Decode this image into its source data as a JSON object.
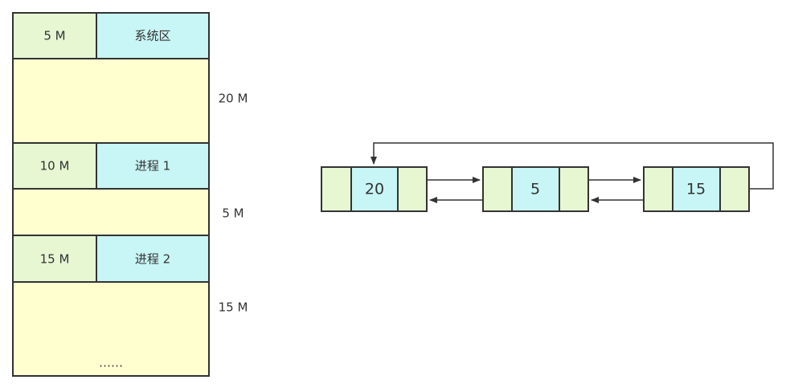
{
  "colors": {
    "size_cell": "#e6f7d2",
    "name_cell": "#c8f5f5",
    "free_block": "#ffffd0",
    "border": "#333333"
  },
  "memory_table": {
    "allocated_rows": [
      {
        "size": "5 M",
        "name": "系统区"
      },
      {
        "size": "10 M",
        "name": "进程 1"
      },
      {
        "size": "15 M",
        "name": "进程 2"
      }
    ],
    "free_blocks": [
      {
        "size": "20 M"
      },
      {
        "size": "5 M"
      },
      {
        "size": "15 M"
      }
    ],
    "ellipsis": "……"
  },
  "linked_list": {
    "nodes": [
      {
        "value": "20"
      },
      {
        "value": "5"
      },
      {
        "value": "15"
      }
    ]
  }
}
